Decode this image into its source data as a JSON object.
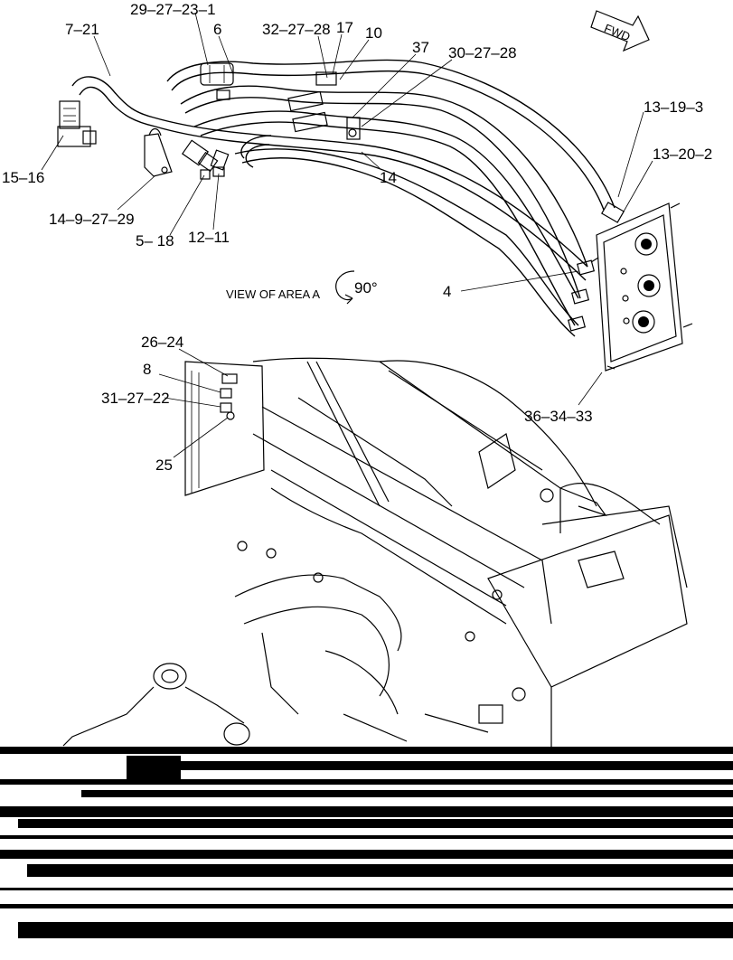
{
  "diagram": {
    "view_label": "VIEW OF AREA A",
    "rotation_label": "90°",
    "direction_label": "FWD",
    "callouts": [
      {
        "id": "c-7-21",
        "text": "7–21"
      },
      {
        "id": "c-29-27-23-1",
        "text": "29–27–23–1"
      },
      {
        "id": "c-6",
        "text": "6"
      },
      {
        "id": "c-32-27-28",
        "text": "32–27–28"
      },
      {
        "id": "c-17",
        "text": "17"
      },
      {
        "id": "c-10",
        "text": "10"
      },
      {
        "id": "c-37",
        "text": "37"
      },
      {
        "id": "c-30-27-28",
        "text": "30–27–28"
      },
      {
        "id": "c-13-19-3",
        "text": "13–19–3"
      },
      {
        "id": "c-13-20-2",
        "text": "13–20–2"
      },
      {
        "id": "c-15-16",
        "text": "15–16"
      },
      {
        "id": "c-14",
        "text": "14"
      },
      {
        "id": "c-14-9-27-29",
        "text": "14–9–27–29"
      },
      {
        "id": "c-5-18",
        "text": "5– 18"
      },
      {
        "id": "c-12-11",
        "text": "12–11"
      },
      {
        "id": "c-4",
        "text": "4"
      },
      {
        "id": "c-26-24",
        "text": "26–24"
      },
      {
        "id": "c-8",
        "text": "8"
      },
      {
        "id": "c-31-27-22",
        "text": "31–27–22"
      },
      {
        "id": "c-25",
        "text": "25"
      },
      {
        "id": "c-36-34-33",
        "text": "36–34–33"
      }
    ]
  }
}
